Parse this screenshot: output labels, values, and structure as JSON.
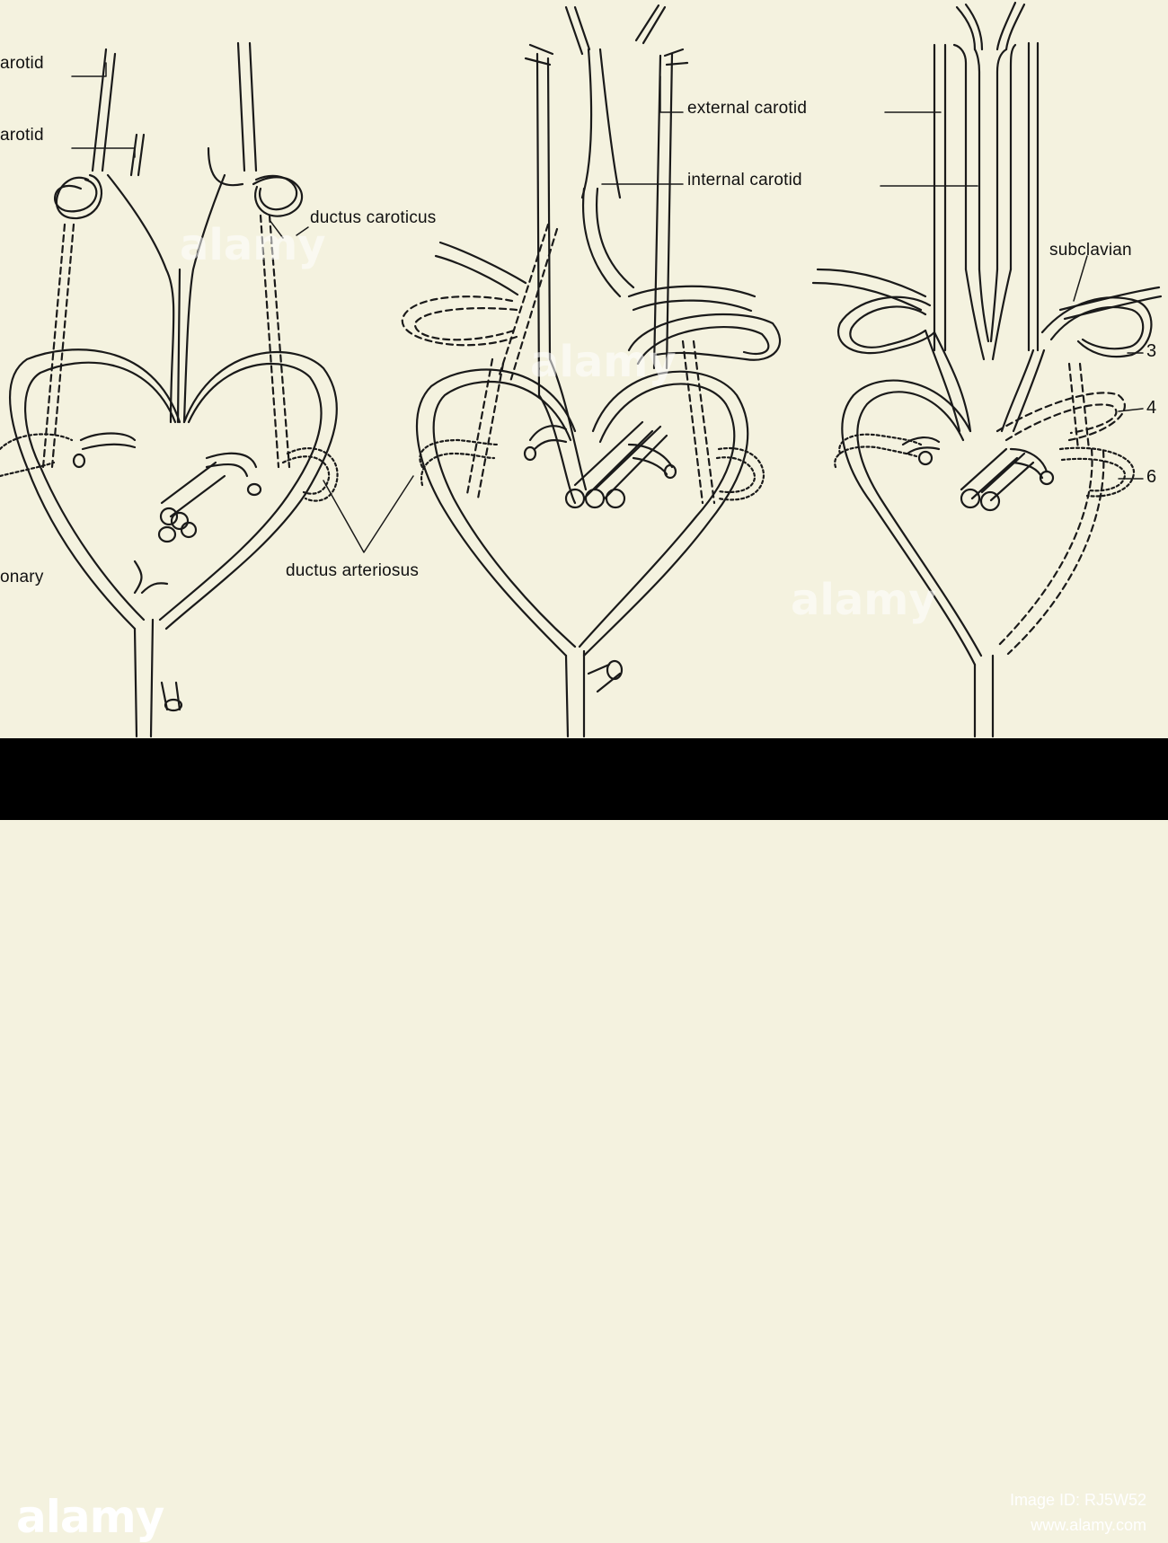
{
  "labels": {
    "carotid_top": "arotid",
    "carotid_second": "arotid",
    "ductus_caroticus": "ductus caroticus",
    "pulmonary": "onary",
    "ductus_arteriosus": "ductus arteriosus",
    "external_carotid": "external carotid",
    "internal_carotid": "internal carotid",
    "subclavian": "subclavian",
    "arch_3": "3",
    "arch_4": "4",
    "arch_6": "6"
  },
  "footer": {
    "brand": "alamy",
    "image_id": "Image ID: RJ5W52",
    "site": "www.alamy.com"
  },
  "watermark": "alamy",
  "colors": {
    "background": "#f4f2df",
    "line": "#1a1a1a",
    "footer": "#000000"
  }
}
